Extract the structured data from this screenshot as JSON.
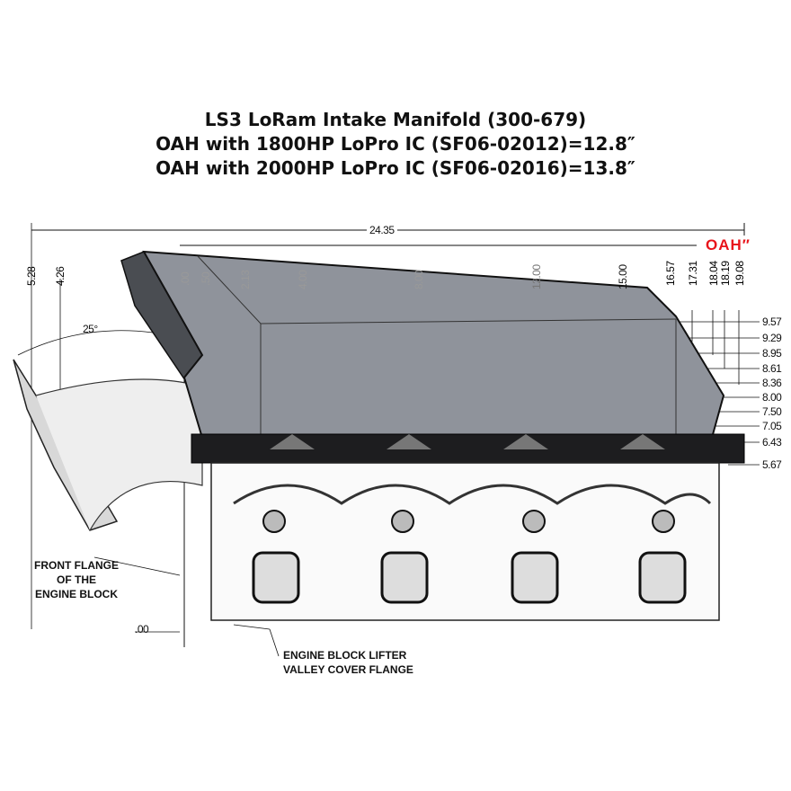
{
  "title": {
    "line1": "LS3 LoRam Intake Manifold (300-679)",
    "line2": "OAH with 1800HP LoPro IC (SF06-02012)=12.8″",
    "line3": "OAH with 2000HP LoPro IC (SF06-02016)=13.8″"
  },
  "overall_length": "24.35",
  "oah_label": "OAH″",
  "oah_color": "#e8141b",
  "top_dims_inside": [
    ".00",
    ".50",
    "2.13",
    "4.00",
    "8.00",
    "12.00",
    "15.00"
  ],
  "top_dims_outside": [
    "16.57",
    "17.31",
    "18.04",
    "18.19",
    "19.08"
  ],
  "right_heights": [
    "9.57",
    "9.29",
    "8.95",
    "8.61",
    "8.36",
    "8.00",
    "7.50",
    "7.05",
    "6.43",
    "5.67"
  ],
  "left_dims": [
    "5.28",
    "4.26"
  ],
  "angle": "25°",
  "origin_label": ".00",
  "front_flange_note": [
    "FRONT FLANGE",
    "OF THE",
    "ENGINE BLOCK"
  ],
  "lifter_valley_note": [
    "ENGINE BLOCK LIFTER",
    "VALLEY COVER FLANGE"
  ]
}
